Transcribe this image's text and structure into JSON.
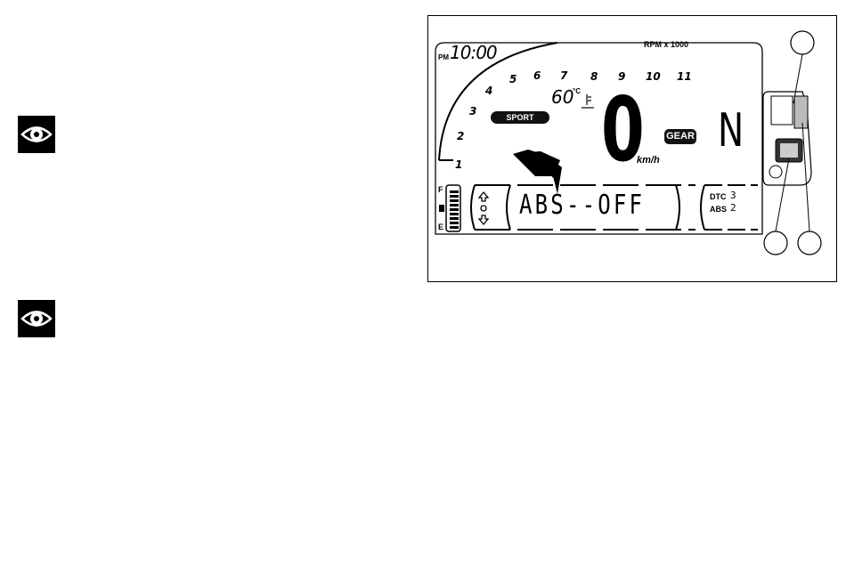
{
  "dashboard": {
    "clock_prefix": "PM",
    "clock": "10:00",
    "rpm_label": "RPM x 1000",
    "rpm_ticks": [
      "1",
      "2",
      "3",
      "4",
      "5",
      "6",
      "7",
      "8",
      "9",
      "10",
      "11"
    ],
    "temperature": "60",
    "temperature_unit": "°C",
    "mode": "SPORT",
    "speed": "0",
    "speed_unit": "km/h",
    "gear_label": "GEAR",
    "gear": "N",
    "message": "ABS--OFF",
    "fuel_full": "F",
    "fuel_empty": "E",
    "dtc_label": "DTC",
    "dtc_value": "3",
    "abs_label": "ABS",
    "abs_value": "2"
  },
  "icons": {
    "note_icon": "eye-icon"
  }
}
